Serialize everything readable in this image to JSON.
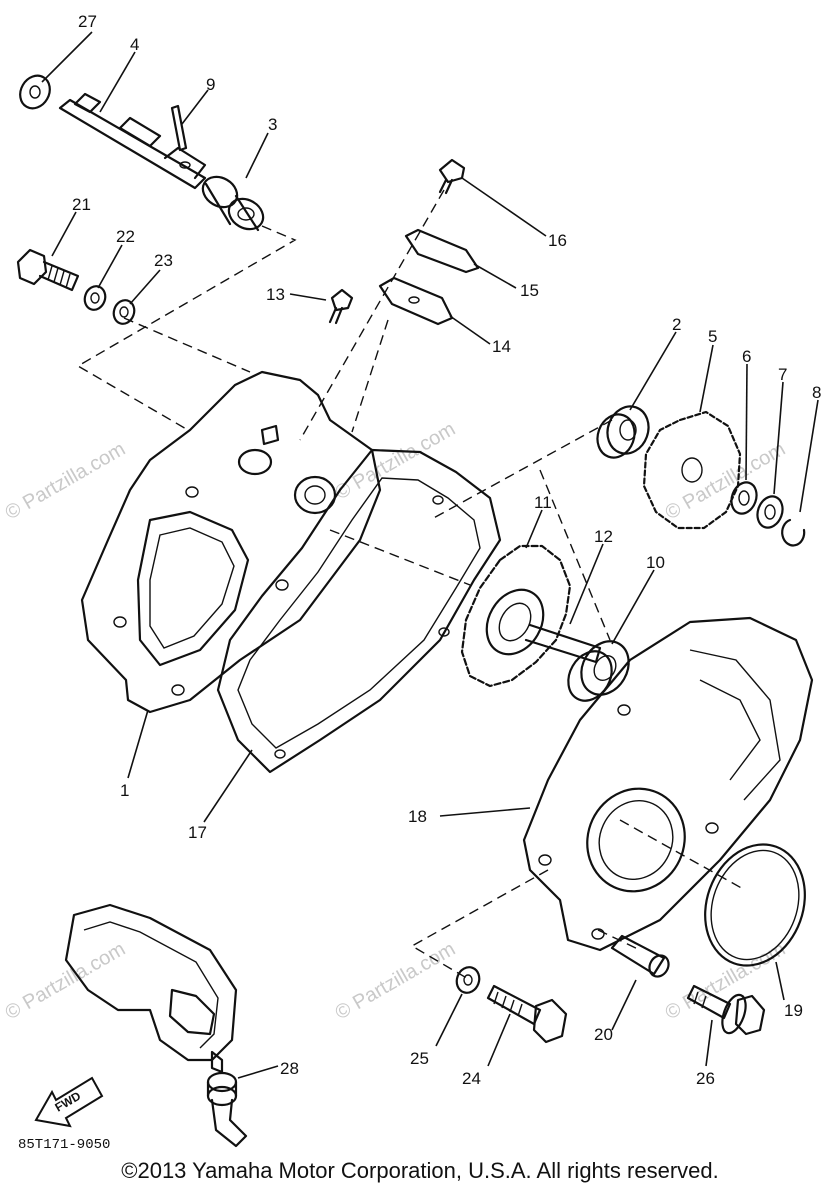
{
  "diagram": {
    "labels": {
      "l1": "1",
      "l2": "2",
      "l3": "3",
      "l4": "4",
      "l5": "5",
      "l6": "6",
      "l7": "7",
      "l8": "8",
      "l9": "9",
      "l10": "10",
      "l11": "11",
      "l12": "12",
      "l13": "13",
      "l14": "14",
      "l15": "15",
      "l16": "16",
      "l17": "17",
      "l18": "18",
      "l19": "19",
      "l20": "20",
      "l21": "21",
      "l22": "22",
      "l23": "23",
      "l24": "24",
      "l25": "25",
      "l26": "26",
      "l27": "27",
      "l28": "28"
    },
    "fwd_label": "FWD",
    "part_code": "85T171-9050"
  },
  "watermark": "© Partzilla.com",
  "copyright": "©2013 Yamaha Motor Corporation, U.S.A. All rights reserved."
}
